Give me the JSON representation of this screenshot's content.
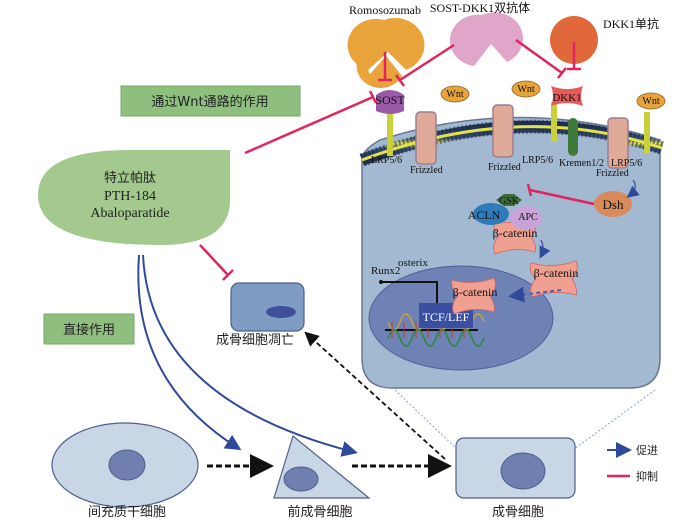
{
  "labels": {
    "romosozumab": "Romosozumab",
    "sost_dkk1_bispecific": "SOST-DKK1双抗体",
    "dkk1_mab": "DKK1单抗",
    "wnt_pathway_box": "通过Wnt通路的作用",
    "direct_action_box": "直接作用",
    "drug_line1": "特立帕肽",
    "drug_line2": "PTH-184",
    "drug_line3": "Abaloparatide",
    "sost": "SOST",
    "dkk1": "DKK1",
    "wnt": "Wnt",
    "lrp56": "LRP5/6",
    "frizzled": "Frizzled",
    "kremen": "Kremen1/2",
    "dsh": "Dsh",
    "gsk": "GSK",
    "acln": "ACLN",
    "apc": "APC",
    "beta_catenin": "β-catenin",
    "runx2": "Runx2",
    "osterix": "osterix",
    "tcf_lef": "TCF/LEF",
    "apoptosis": "成骨细胞凋亡",
    "msc": "间充质干细胞",
    "preosteoblast": "前成骨细胞",
    "osteoblast": "成骨细胞"
  },
  "legend": [
    {
      "label": "促进",
      "type": "arrow",
      "color": "#2f4a9a"
    },
    {
      "label": "抑制",
      "type": "inhibit",
      "color": "#e0245e"
    }
  ],
  "colors": {
    "promote": "#2f4a9a",
    "inhibit": "#e0245e",
    "green_box": "#8fbf7f",
    "drug_shape": "#a3c98f",
    "cell": "#a3b9d2",
    "nucleus": "#6f82b5"
  }
}
